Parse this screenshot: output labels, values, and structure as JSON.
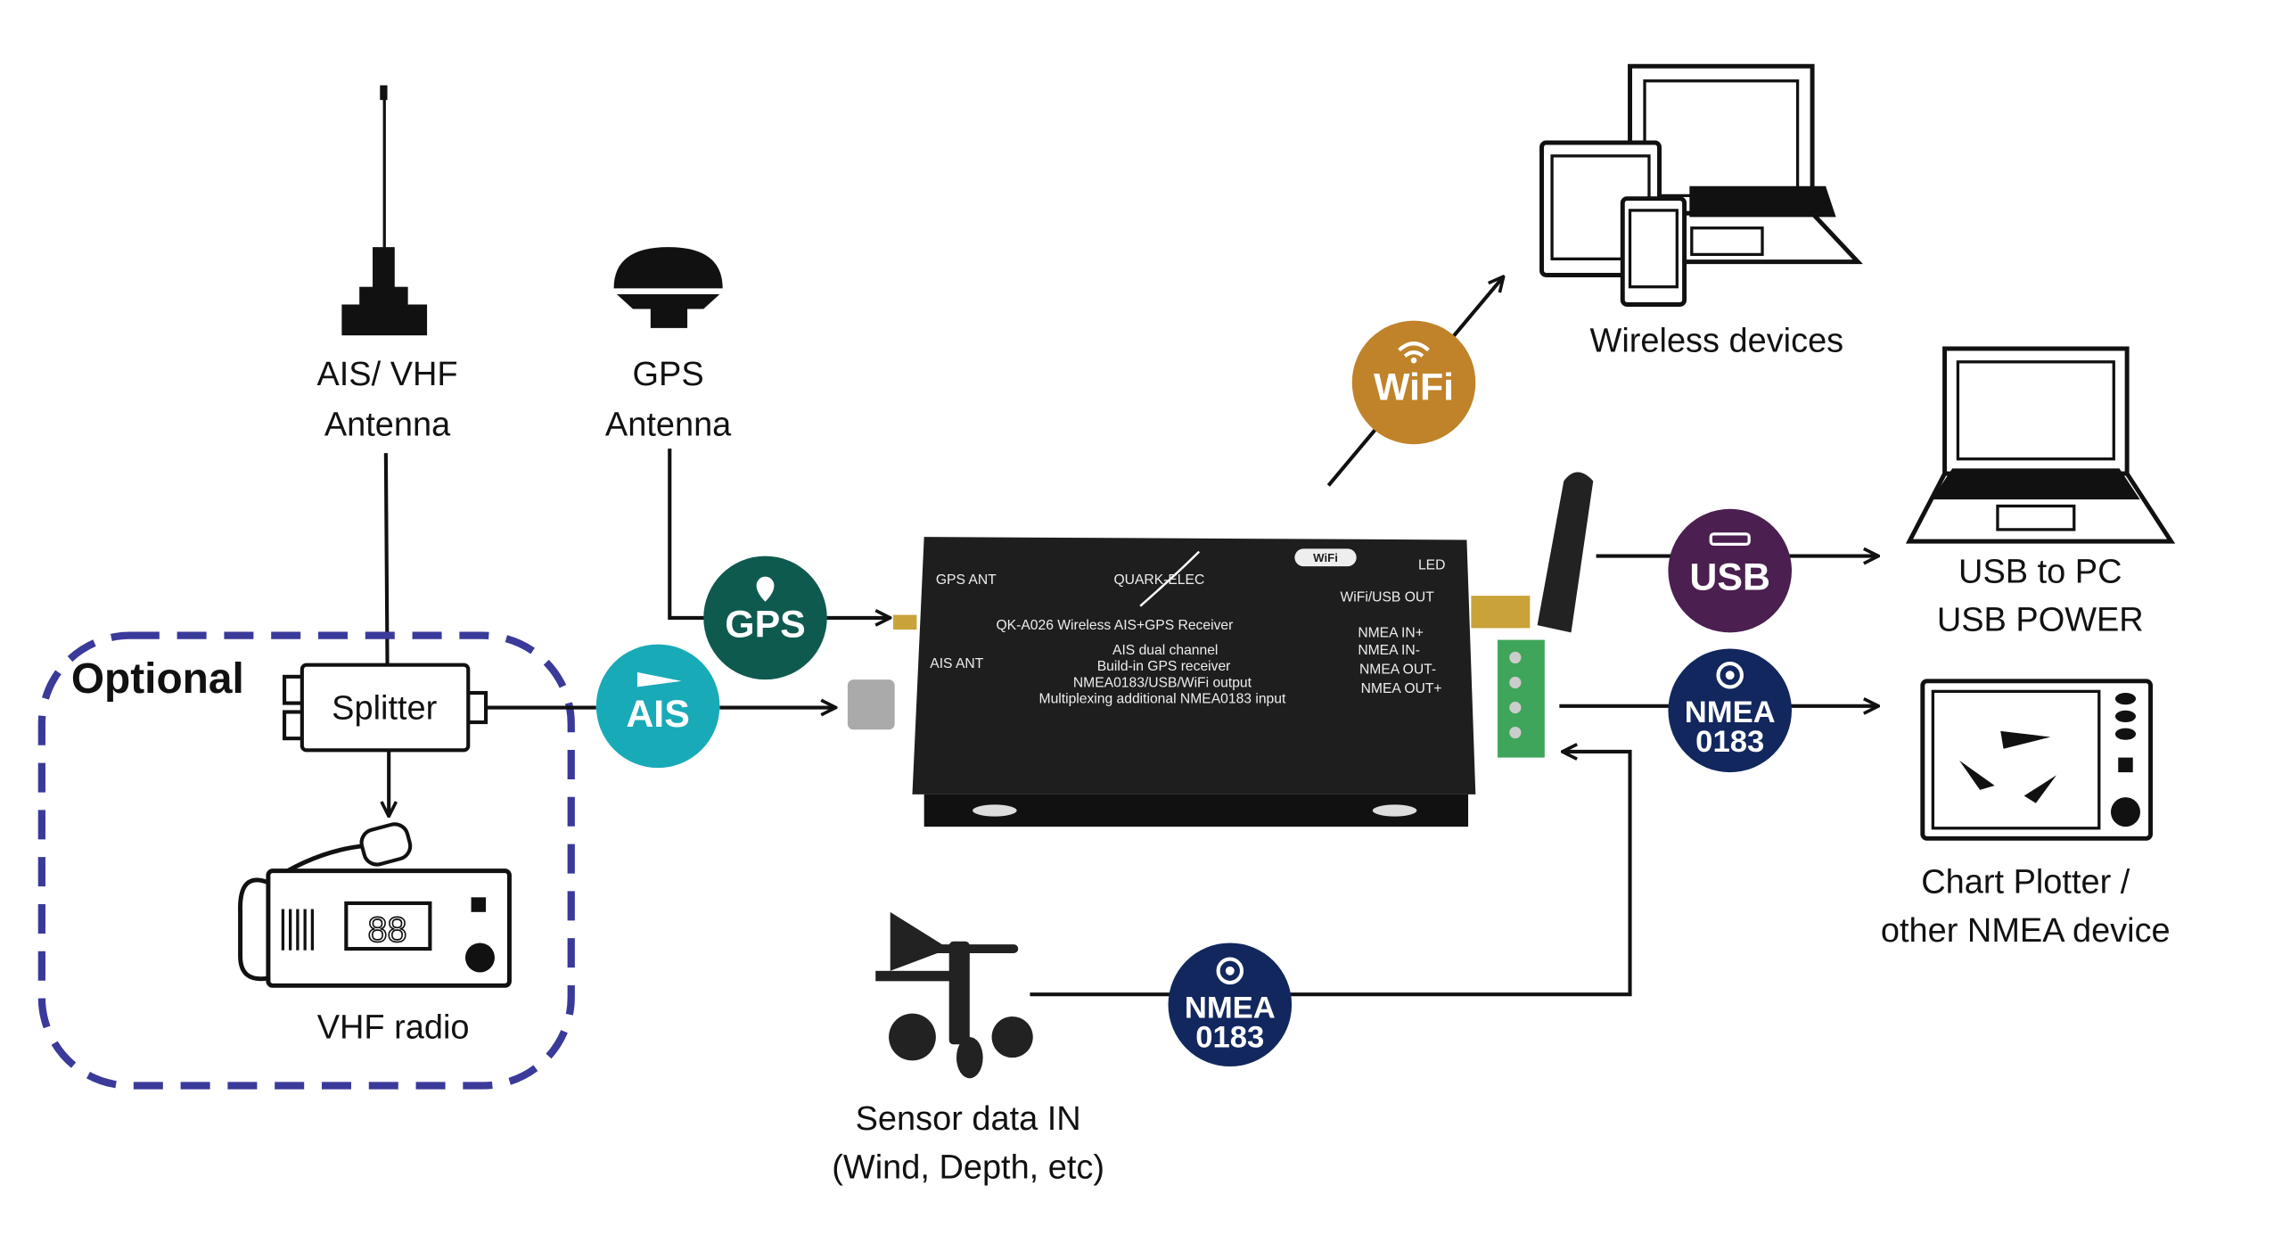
{
  "colors": {
    "wifi": "#C0832A",
    "gps": "#0F5A4F",
    "ais": "#19AAB8",
    "usb": "#4B1F50",
    "nmea": "#12275E",
    "optional_border": "#3A3A9A",
    "device_body": "#1E1E1E",
    "terminal_green": "#3FA55A"
  },
  "ais_antenna": {
    "line1": "AIS/ VHF",
    "line2": "Antenna"
  },
  "gps_antenna": {
    "line1": "GPS",
    "line2": "Antenna"
  },
  "optional": {
    "title": "Optional",
    "splitter": "Splitter",
    "radio_label": "VHF radio",
    "radio_display": "88"
  },
  "badges": {
    "gps": "GPS",
    "ais": "AIS",
    "wifi": "WiFi",
    "usb": "USB",
    "nmea_out": {
      "line1": "NMEA",
      "line2": "0183"
    },
    "nmea_in": {
      "line1": "NMEA",
      "line2": "0183"
    }
  },
  "device": {
    "brand": "QUARK-ELEC",
    "wifi_logo": "WiFi",
    "model": "QK-A026 Wireless AIS+GPS Receiver",
    "features": [
      "AIS dual channel",
      "Build-in GPS receiver",
      "NMEA0183/USB/WiFi output",
      "Multiplexing additional NMEA0183 input"
    ],
    "ports": {
      "gps_ant": "GPS ANT",
      "ais_ant": "AIS ANT",
      "led": "LED",
      "wifi_usb_out": "WiFi/USB OUT",
      "terminals": [
        "NMEA IN+",
        "NMEA IN-",
        "NMEA OUT-",
        "NMEA OUT+"
      ]
    }
  },
  "wireless_devices": {
    "label": "Wireless devices"
  },
  "usb_target": {
    "line1": "USB to PC",
    "line2": "USB POWER"
  },
  "chart_plotter": {
    "line1": "Chart Plotter /",
    "line2": "other NMEA device"
  },
  "sensor": {
    "line1": "Sensor data IN",
    "line2": "(Wind, Depth, etc)"
  }
}
